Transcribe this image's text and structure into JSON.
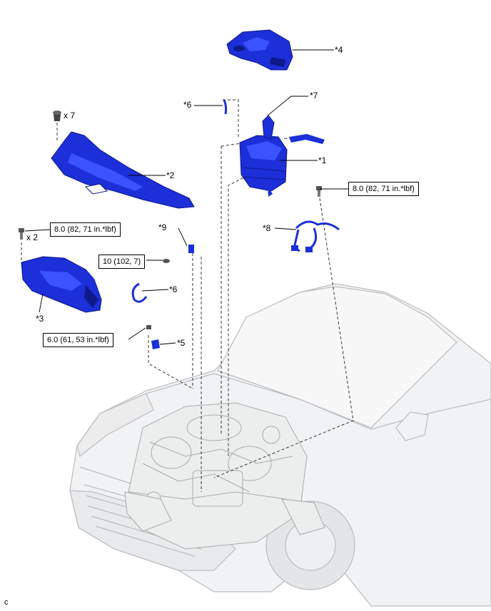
{
  "callouts": {
    "c1": "*1",
    "c2": "*2",
    "c3": "*3",
    "c4": "*4",
    "c5": "*5",
    "c6a": "*6",
    "c6b": "*6",
    "c7": "*7",
    "c8": "*8",
    "c9": "*9"
  },
  "quantities": {
    "q_clips": "x 7",
    "q_bolts": "x 2"
  },
  "torque": {
    "t_air_cleaner": "8.0 (82, 71 in.*lbf)",
    "t_left_bolt": "8.0 (82, 71 in.*lbf)",
    "t_bracket_nut": "10 (102, 7)",
    "t_bracket_bolt": "6.0 (61, 53 in.*lbf)"
  },
  "figure_code": "c",
  "colors": {
    "part_blue": "#1c2fd8",
    "part_dark": "#0e1a8a",
    "car_outline": "#b9bcc0",
    "car_fill": "#f1f2f3",
    "leader": "#000000"
  }
}
